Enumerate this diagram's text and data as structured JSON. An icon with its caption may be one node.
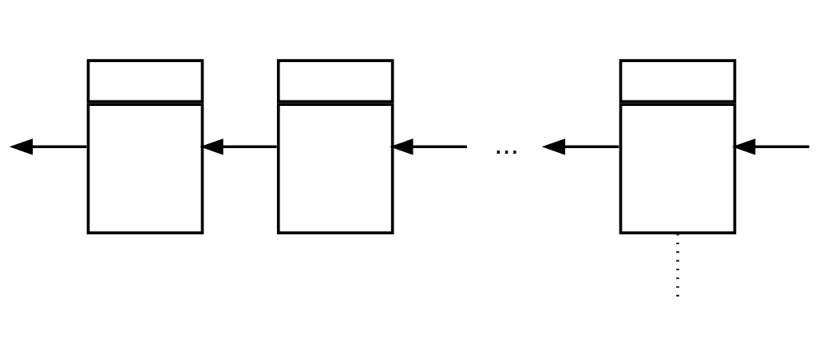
{
  "diagram": {
    "nodes": [
      {
        "text": [],
        "shape": "box"
      },
      {
        "text": [],
        "shape": "box"
      },
      {
        "text": [
          "..."
        ]
      },
      {
        "text": [],
        "shape": "box"
      }
    ],
    "edges": [
      {
        "from": 0,
        "to": null,
        "arrow": "to"
      },
      {
        "from": 1,
        "to": 0,
        "arrow": "to"
      },
      {
        "from": 2,
        "to": 1,
        "arrow": "to"
      },
      {
        "from": 3,
        "to": 2,
        "arrow": "to"
      },
      {
        "from": 3,
        "to": null,
        "arrow": "none",
        "style": "dashed"
      },
      {
        "from": null,
        "to": 3,
        "arrow": "to"
      }
    ]
  }
}
